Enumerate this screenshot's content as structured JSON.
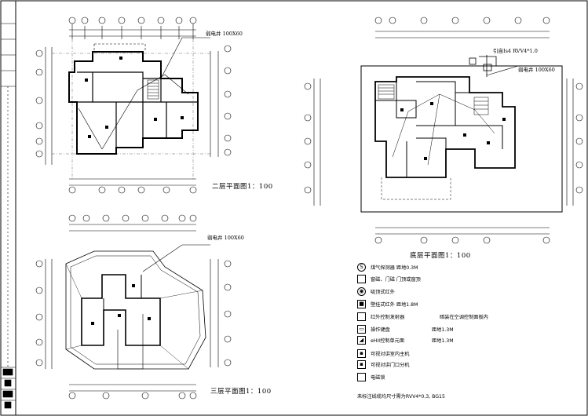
{
  "drawing": {
    "floors": {
      "second": {
        "caption": "二层平面图1：100",
        "well_label": "弱电井 100X60"
      },
      "third": {
        "caption": "三层平面图1：100",
        "well_label": "弱电井 100X60"
      },
      "ground": {
        "caption": "底层平面图1：100",
        "well_label": "弱电井 100X60",
        "cable_label": "引自Is4 RVV4*1.0"
      }
    },
    "legend": [
      {
        "icon": "smoke-detector-icon",
        "glyph": "S",
        "round": true,
        "label": "煤气探测器  距地0.3M",
        "extra": ""
      },
      {
        "icon": "door-contact-icon",
        "glyph": "",
        "round": false,
        "label": "窗磁、门磁  门顶或窗顶",
        "extra": ""
      },
      {
        "icon": "ceiling-infrared-icon",
        "glyph": "◉",
        "round": true,
        "label": "吸顶式红外",
        "extra": ""
      },
      {
        "icon": "wall-infrared-icon",
        "glyph": "■",
        "round": false,
        "label": "壁挂式红外  距地1.8M",
        "extra": ""
      },
      {
        "icon": "infrared-emitter-icon",
        "glyph": "",
        "round": false,
        "label": "红外控制发射器",
        "extra": "暗装在空调控制面板内"
      },
      {
        "icon": "keypad-icon",
        "glyph": "▭",
        "round": false,
        "label": "操作键盘",
        "extra": "距地1.3M"
      },
      {
        "icon": "light-control-icon",
        "glyph": "◢",
        "round": false,
        "label": "eHII控制单元面",
        "extra": "距地1.3M"
      },
      {
        "icon": "intercom-main-icon",
        "glyph": "▪",
        "round": false,
        "label": "可视对讲室内主机",
        "extra": ""
      },
      {
        "icon": "intercom-door-icon",
        "glyph": "▪",
        "round": false,
        "label": "可视对讲门口分机",
        "extra": ""
      },
      {
        "icon": "electric-lock-icon",
        "glyph": "",
        "round": false,
        "label": "电磁锁",
        "extra": ""
      }
    ],
    "note": "未标注线缆均尺寸需为RVV4*0.3, BG15"
  }
}
